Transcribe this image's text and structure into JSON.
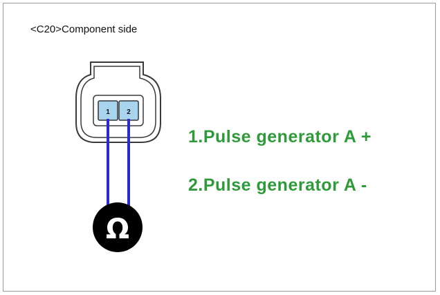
{
  "title": "<C20>Component side",
  "connector": {
    "pins": [
      "1",
      "2"
    ]
  },
  "meter": {
    "symbol": "Ω",
    "icon": "ohmmeter-icon"
  },
  "legend": [
    {
      "label": "1.Pulse generator A +"
    },
    {
      "label": "2.Pulse generator A -"
    }
  ],
  "colors": {
    "legend_text": "#2e9a3a",
    "wire": "#2a2ad0",
    "pin_fill": "#a9d4ee",
    "meter_fill": "#000000"
  }
}
